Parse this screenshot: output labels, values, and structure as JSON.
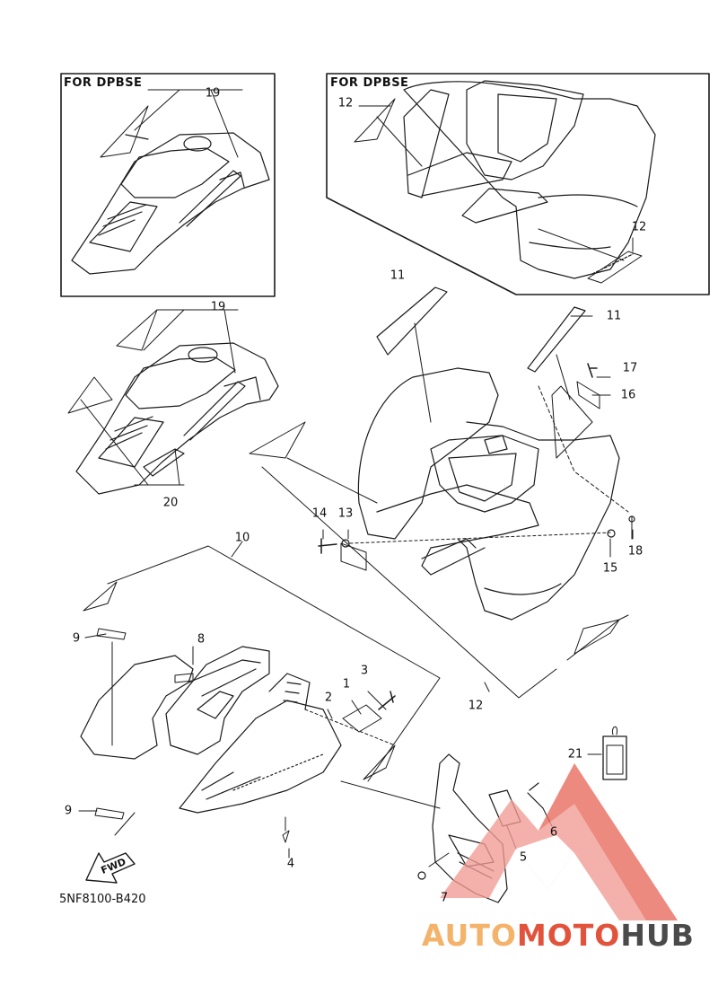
{
  "insets": {
    "left_label": "FOR DPBSE",
    "right_label": "FOR DPBSE"
  },
  "callouts": [
    {
      "id": "c19a",
      "text": "19"
    },
    {
      "id": "c12a",
      "text": "12"
    },
    {
      "id": "c12b",
      "text": "12"
    },
    {
      "id": "c19b",
      "text": "19"
    },
    {
      "id": "c11a",
      "text": "11"
    },
    {
      "id": "c11b",
      "text": "11"
    },
    {
      "id": "c17",
      "text": "17"
    },
    {
      "id": "c16",
      "text": "16"
    },
    {
      "id": "c20",
      "text": "20"
    },
    {
      "id": "c14",
      "text": "14"
    },
    {
      "id": "c13",
      "text": "13"
    },
    {
      "id": "c18",
      "text": "18"
    },
    {
      "id": "c15",
      "text": "15"
    },
    {
      "id": "c10",
      "text": "10"
    },
    {
      "id": "c9a",
      "text": "9"
    },
    {
      "id": "c8",
      "text": "8"
    },
    {
      "id": "c3",
      "text": "3"
    },
    {
      "id": "c1",
      "text": "1"
    },
    {
      "id": "c2",
      "text": "2"
    },
    {
      "id": "c12c",
      "text": "12"
    },
    {
      "id": "c21",
      "text": "21"
    },
    {
      "id": "c6",
      "text": "6"
    },
    {
      "id": "c5",
      "text": "5"
    },
    {
      "id": "c9b",
      "text": "9"
    },
    {
      "id": "c4",
      "text": "4"
    },
    {
      "id": "c7",
      "text": "7"
    }
  ],
  "fwd_label": "FWD",
  "diagram_code": "5NF8100-B420",
  "watermark": {
    "part1": "AUTO",
    "part2": "MOTO",
    "part3": "HUB",
    "color_light": "#f4b36a",
    "color_red": "#e2533c",
    "color_dark": "#4a4a4a"
  }
}
